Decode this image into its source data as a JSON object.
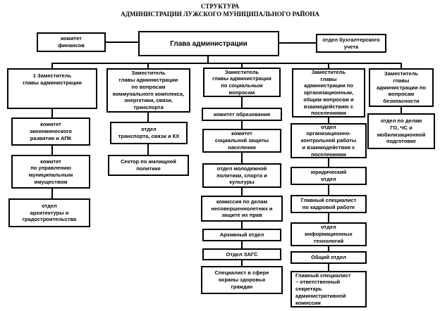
{
  "title": {
    "line1": "СТРУКТУРА",
    "line2": "АДМИНИСТРАЦИИ ЛУЖСКОГО МУНИЦИПАЛЬНОГО РАЙОНА"
  },
  "top": {
    "finance_committee": "комитет\nфинансов",
    "head": "Глава администрации",
    "accounting_dept": "отдел бухгалтерского\nучета"
  },
  "col1": {
    "deputy": "1 Заместитель\nглавы  администрации",
    "units": [
      "комитет\nэкономического\nразвития и АПК",
      "комитет\nпо управлению\nмуниципальным\nимуществом",
      "отдел\nархитектуры и\nградостроительства"
    ]
  },
  "col2": {
    "deputy": "Заместитель\nглавы  администрации\nпо вопросам\nкоммунального комплекса,\nэнергетики, связи,\nтранспорта",
    "units": [
      "отдел\nтранспорта, связи и КХ",
      "Сектор по жилищной\nполитике"
    ]
  },
  "col3": {
    "deputy": "Заместитель\nглавы  администрации\nпо социальным\nвопросам",
    "units": [
      "комитет образования",
      "комитет\nсоциальной защиты\nнаселения",
      "отдел молодежной\nполитики, спорта и\nкультуры",
      "комиссия по делам\nнесовершеннолетних  и\nзащите  их прав",
      "Архивный отдел",
      "Отдел ЗАГС",
      "Специалист в сфере\nохраны здоровья\nграждан"
    ]
  },
  "col4": {
    "deputy": "Заместитель\nглавы\nадминистрации по\nорганизационным,\nобщим вопросам и\nвзаимодействию с\nпоселениями",
    "units": [
      "отдел\nорганизационно-\nконтрольной работы\nи взаимодействия с\nпоселениями",
      "юридический\nотдел",
      "Главный специалист\nпо кадровой работе",
      "отдел\nинформационных\nтехнологий",
      "Общий отдел",
      "Главный специалист\n– ответственный\nсекретарь\nадминистративной\nкомиссии"
    ]
  },
  "col5": {
    "deputy": "Заместитель\nглавы\nадминистрации по\nвопросам\nбезопасности",
    "units": [
      "отдел по делам\nГО, ЧС и\nмобилизационной\nподготовке"
    ]
  },
  "colors": {
    "line": "#000000",
    "border": "#000000",
    "background": "#ffffff",
    "text": "#000000"
  }
}
